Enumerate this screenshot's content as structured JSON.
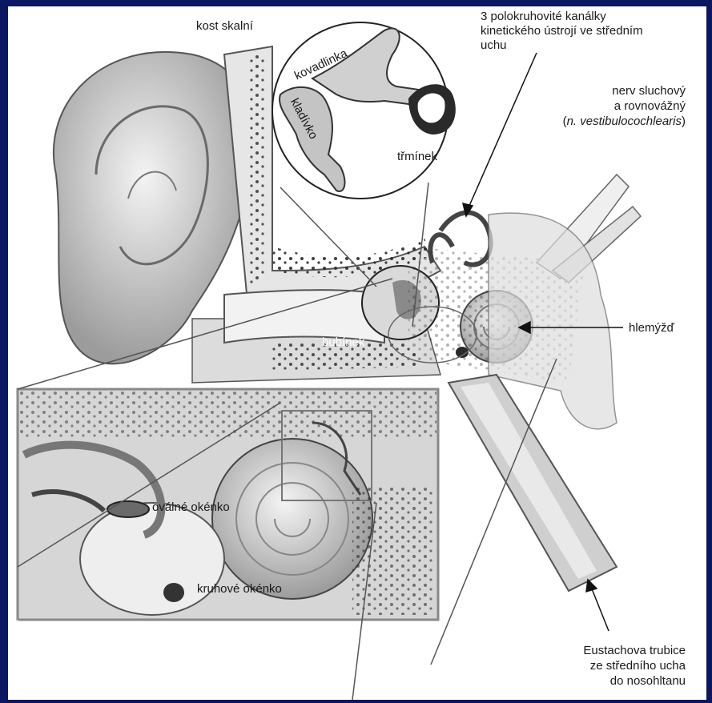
{
  "labels": {
    "kost_skalni": "kost skalní",
    "kanalky_1": "3 polokruhovité kanálky",
    "kanalky_2": "kinetického ústrojí ve středním",
    "kanalky_3": "uchu",
    "nerv_1": "nerv sluchový",
    "nerv_2": "a rovnovážný",
    "nerv_3_open": "(",
    "nerv_3_latin": "n. vestibulocochlearis",
    "nerv_3_close": ")",
    "kovadlinka": "kovadlinka",
    "kladivko": "kladívko",
    "trminek": "třmínek",
    "hlemyzd": "hlemýžď",
    "bubinek": "bubínek",
    "ovalne": "oválné okénko",
    "kruhove": "kruhové okénko",
    "eustach_1": "Eustachova trubice",
    "eustach_2": "ze středního ucha",
    "eustach_3": "do nosohltanu"
  },
  "colors": {
    "frame_border": "#0b1760",
    "line_art": "#4a4a4a",
    "light_fill": "#e8e8e8",
    "mid_fill": "#c9c9c9",
    "dark_fill": "#2a2a2a"
  }
}
